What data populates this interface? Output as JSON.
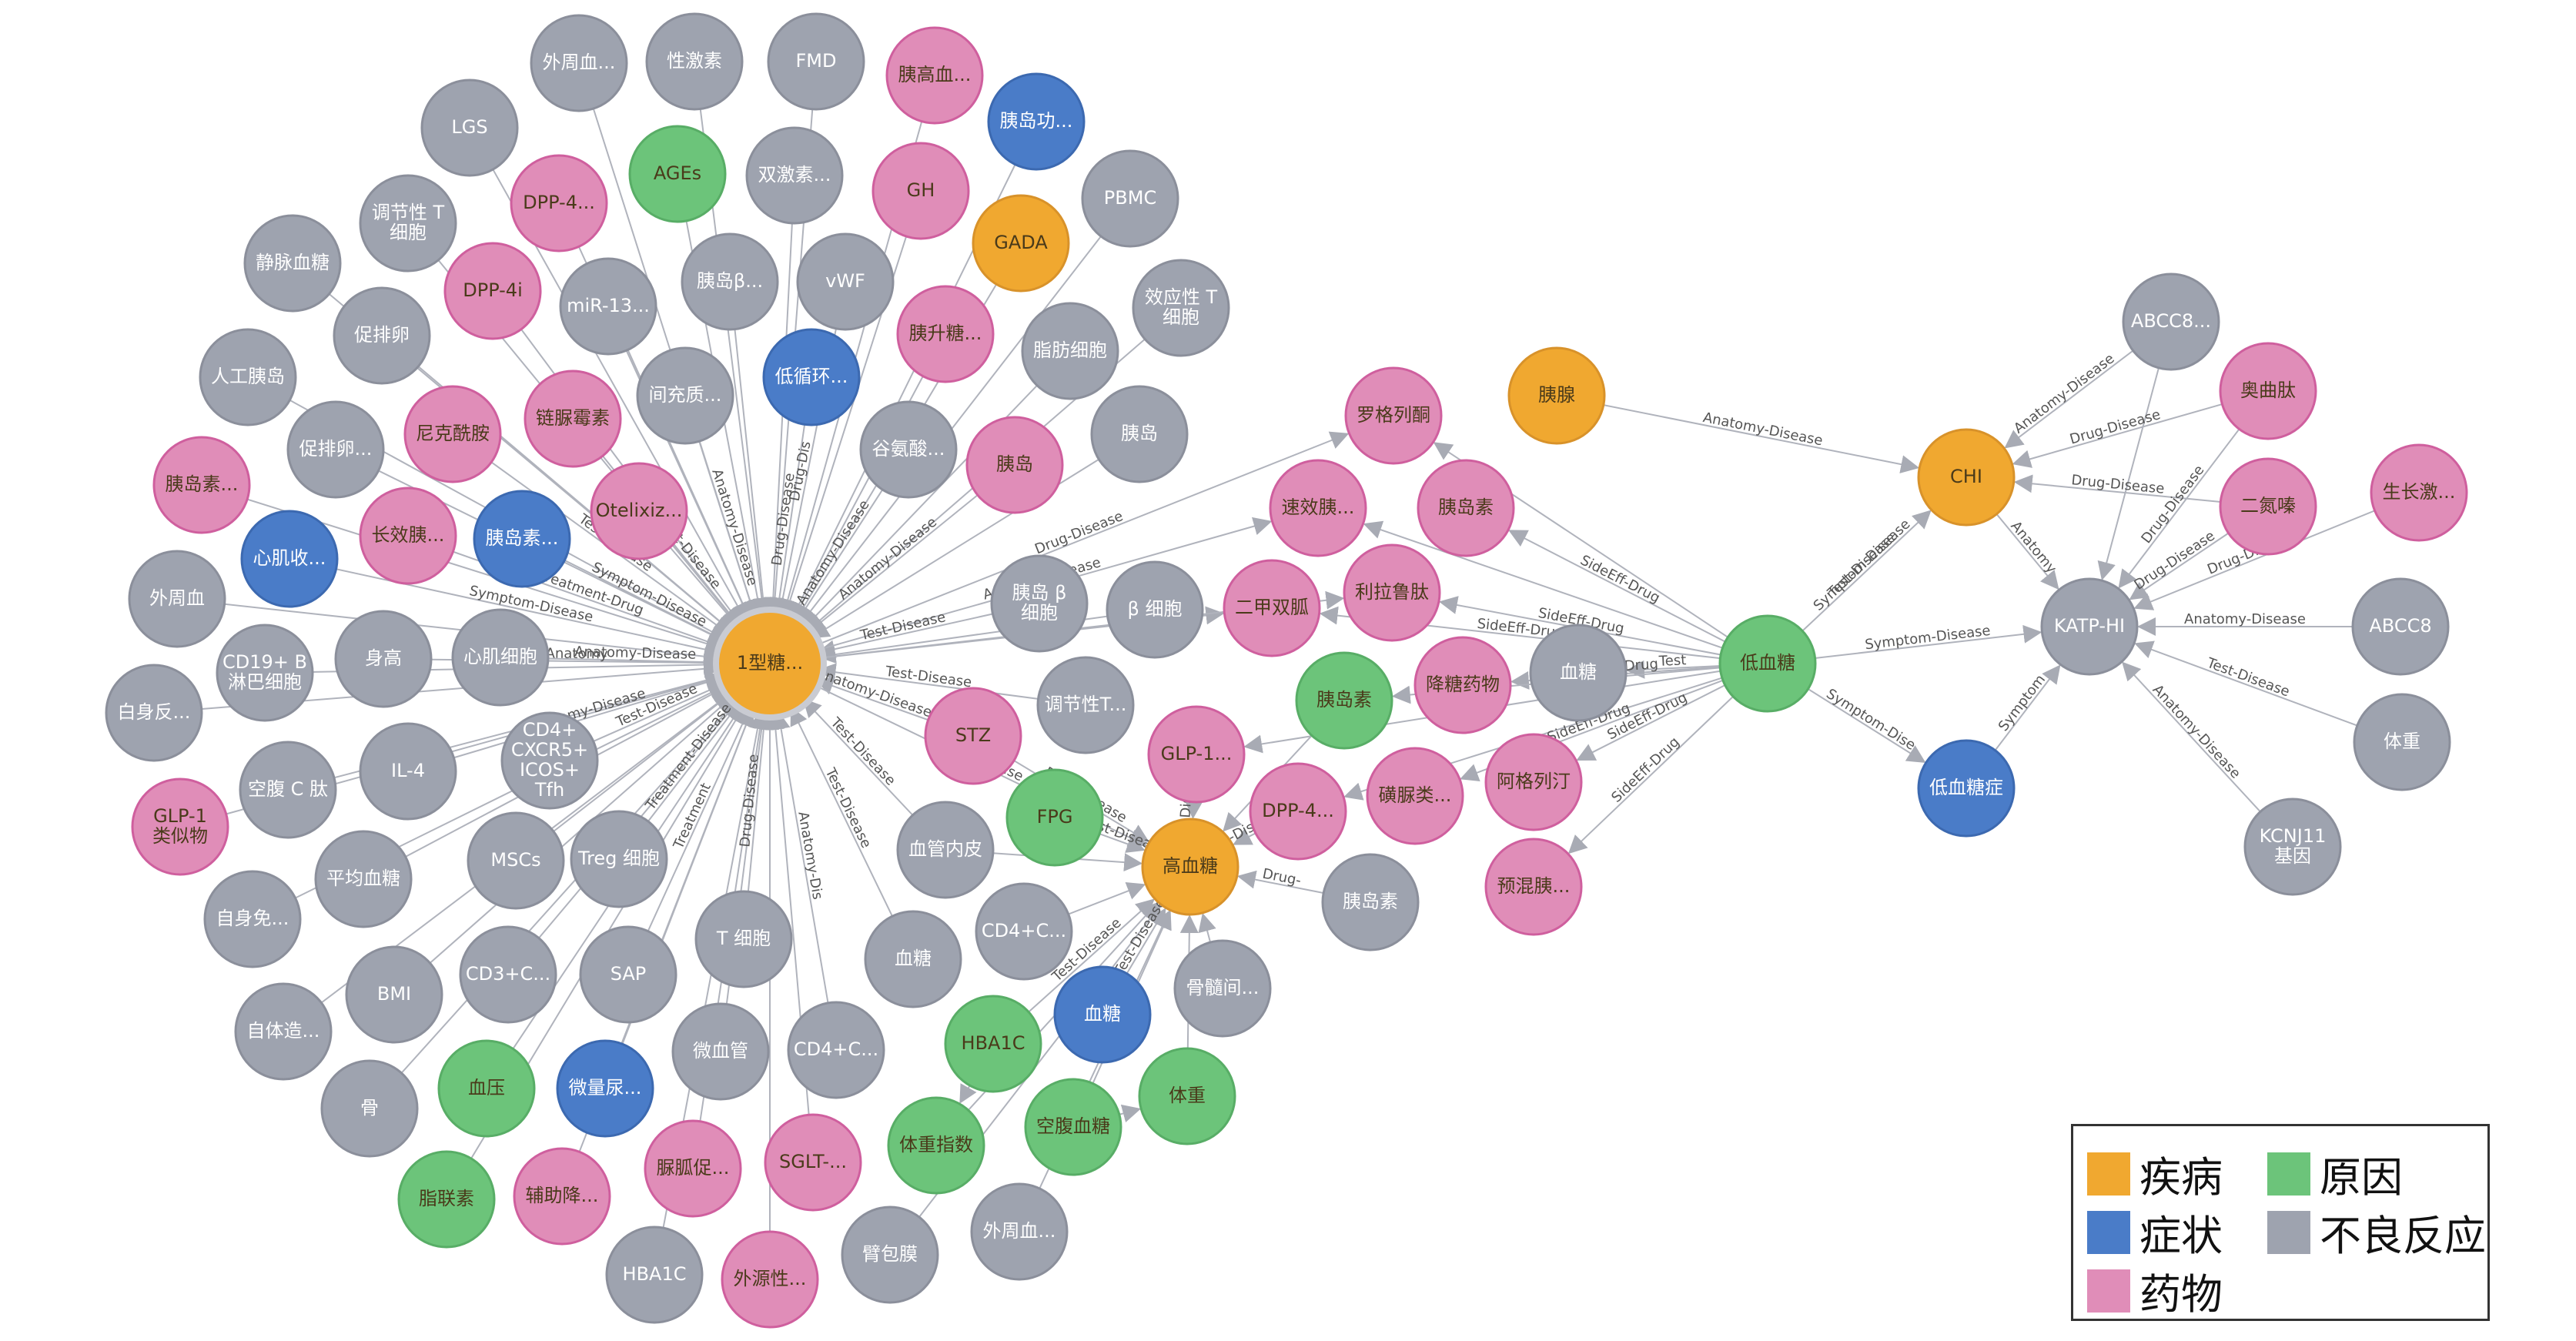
{
  "colors": {
    "disease": "#F0A830",
    "symptom": "#4A7CC8",
    "drug": "#E08DB8",
    "cause": "#6CC47A",
    "adverse": "#9EA3AF",
    "edge": "#b0b3bc"
  },
  "legend": {
    "disease": "疾病",
    "cause": "原因",
    "symptom": "症状",
    "adverse": "不良反应",
    "drug": "药物"
  },
  "nodes": [
    {
      "id": "t1d",
      "label": "1型糖...",
      "type": "disease"
    },
    {
      "id": "hyper",
      "label": "高血糖",
      "type": "disease"
    },
    {
      "id": "hypo",
      "label": "低血糖",
      "type": "cause"
    },
    {
      "id": "chi",
      "label": "CHI",
      "type": "disease"
    },
    {
      "id": "katp",
      "label": "KATP-HI",
      "type": "adverse"
    },
    {
      "id": "pancreas",
      "label": "胰腺",
      "type": "disease"
    },
    {
      "id": "gada",
      "label": "GADA",
      "type": "disease"
    },
    {
      "id": "hypocoma",
      "label": "低血糖症",
      "type": "symptom"
    },
    {
      "id": "abcc8a",
      "label": "ABCC8...",
      "type": "adverse"
    },
    {
      "id": "octreo",
      "label": "奥曲肽",
      "type": "drug"
    },
    {
      "id": "diazox",
      "label": "二氮嗪",
      "type": "drug"
    },
    {
      "id": "gh2",
      "label": "生长激...",
      "type": "drug"
    },
    {
      "id": "abcc8",
      "label": "ABCC8",
      "type": "adverse"
    },
    {
      "id": "weight2",
      "label": "体重",
      "type": "adverse"
    },
    {
      "id": "kcnj11",
      "label": "KCNJ11\n基因",
      "type": "adverse"
    },
    {
      "id": "rosig",
      "label": "罗格列酮",
      "type": "drug"
    },
    {
      "id": "rapidins",
      "label": "速效胰...",
      "type": "drug"
    },
    {
      "id": "insulin1",
      "label": "胰岛素",
      "type": "drug"
    },
    {
      "id": "metformin",
      "label": "二甲双胍",
      "type": "drug"
    },
    {
      "id": "lira",
      "label": "利拉鲁肽",
      "type": "drug"
    },
    {
      "id": "bloodsugar1",
      "label": "血糖",
      "type": "adverse"
    },
    {
      "id": "hypoagent",
      "label": "降糖药物",
      "type": "drug"
    },
    {
      "id": "insulin2",
      "label": "胰岛素",
      "type": "cause"
    },
    {
      "id": "sulfonyl",
      "label": "磺脲类...",
      "type": "drug"
    },
    {
      "id": "acarb",
      "label": "阿格列汀",
      "type": "drug"
    },
    {
      "id": "premix",
      "label": "预混胰...",
      "type": "drug"
    },
    {
      "id": "insulin3",
      "label": "胰岛素",
      "type": "adverse"
    },
    {
      "id": "dpp4b",
      "label": "DPP-4...",
      "type": "drug"
    },
    {
      "id": "glp1b",
      "label": "GLP-1...",
      "type": "drug"
    },
    {
      "id": "fpg",
      "label": "FPG",
      "type": "cause"
    },
    {
      "id": "stz",
      "label": "STZ",
      "type": "drug"
    },
    {
      "id": "betacell1",
      "label": "胰岛 β\n细胞",
      "type": "adverse"
    },
    {
      "id": "betacell2",
      "label": "β 细胞",
      "type": "adverse"
    },
    {
      "id": "treg1",
      "label": "调节性T...",
      "type": "adverse"
    },
    {
      "id": "endo",
      "label": "血管内皮",
      "type": "adverse"
    },
    {
      "id": "cd4c1",
      "label": "CD4+C...",
      "type": "adverse"
    },
    {
      "id": "bone2",
      "label": "骨髓间...",
      "type": "adverse"
    },
    {
      "id": "blood",
      "label": "血糖",
      "type": "symptom"
    },
    {
      "id": "bs2",
      "label": "血糖",
      "type": "adverse"
    },
    {
      "id": "hba1c1",
      "label": "HBA1C",
      "type": "cause"
    },
    {
      "id": "fastbs",
      "label": "空腹血糖",
      "type": "cause"
    },
    {
      "id": "weight1",
      "label": "体重",
      "type": "cause"
    },
    {
      "id": "bmi1",
      "label": "体重指数",
      "type": "cause"
    },
    {
      "id": "periph2",
      "label": "外周血...",
      "type": "adverse"
    },
    {
      "id": "pericyte",
      "label": "臂包膜",
      "type": "adverse"
    },
    {
      "id": "sglt",
      "label": "SGLT-...",
      "type": "drug"
    },
    {
      "id": "cd4c2",
      "label": "CD4+C...",
      "type": "adverse"
    },
    {
      "id": "tcell",
      "label": "T 细胞",
      "type": "adverse"
    },
    {
      "id": "microvasc",
      "label": "微血管",
      "type": "adverse"
    },
    {
      "id": "ureaagent",
      "label": "脲胍促...",
      "type": "drug"
    },
    {
      "id": "exoins",
      "label": "外源性...",
      "type": "drug"
    },
    {
      "id": "hba1c2",
      "label": "HBA1C",
      "type": "adverse"
    },
    {
      "id": "adjuv",
      "label": "辅助降...",
      "type": "drug"
    },
    {
      "id": "microalb",
      "label": "微量尿...",
      "type": "symptom"
    },
    {
      "id": "bp",
      "label": "血压",
      "type": "cause"
    },
    {
      "id": "adipo",
      "label": "脂联素",
      "type": "cause"
    },
    {
      "id": "sap",
      "label": "SAP",
      "type": "adverse"
    },
    {
      "id": "cd3c",
      "label": "CD3+C...",
      "type": "adverse"
    },
    {
      "id": "tregcell",
      "label": "Treg 细胞",
      "type": "adverse"
    },
    {
      "id": "mscs",
      "label": "MSCs",
      "type": "adverse"
    },
    {
      "id": "bone",
      "label": "骨",
      "type": "adverse"
    },
    {
      "id": "autolog",
      "label": "自体造...",
      "type": "adverse"
    },
    {
      "id": "bmi",
      "label": "BMI",
      "type": "adverse"
    },
    {
      "id": "autoim",
      "label": "自身免...",
      "type": "adverse"
    },
    {
      "id": "avgbs",
      "label": "平均血糖",
      "type": "adverse"
    },
    {
      "id": "cpep",
      "label": "空腹 C 肽",
      "type": "adverse"
    },
    {
      "id": "il4",
      "label": "IL-4",
      "type": "adverse"
    },
    {
      "id": "cd4cx",
      "label": "CD4+\nCXCR5+\nICOS+\nTfh",
      "type": "adverse"
    },
    {
      "id": "glp1a",
      "label": "GLP-1\n类似物",
      "type": "drug"
    },
    {
      "id": "autoanti",
      "label": "白身反...",
      "type": "adverse"
    },
    {
      "id": "cd19",
      "label": "CD19+ B\n淋巴细胞",
      "type": "adverse"
    },
    {
      "id": "height",
      "label": "身高",
      "type": "adverse"
    },
    {
      "id": "cardiocell",
      "label": "心肌细胞",
      "type": "adverse"
    },
    {
      "id": "periph",
      "label": "外周血",
      "type": "adverse"
    },
    {
      "id": "cardiocon",
      "label": "心肌收...",
      "type": "symptom"
    },
    {
      "id": "longins",
      "label": "长效胰...",
      "type": "drug"
    },
    {
      "id": "insulin4",
      "label": "胰岛素...",
      "type": "drug"
    },
    {
      "id": "insulin5",
      "label": "胰岛素...",
      "type": "symptom"
    },
    {
      "id": "artpanc",
      "label": "人工胰岛",
      "type": "adverse"
    },
    {
      "id": "promo",
      "label": "促排卵...",
      "type": "adverse"
    },
    {
      "id": "ovul",
      "label": "促排卵",
      "type": "adverse"
    },
    {
      "id": "nicot",
      "label": "尼克酰胺",
      "type": "drug"
    },
    {
      "id": "strepto",
      "label": "链脲霉素",
      "type": "drug"
    },
    {
      "id": "otelix",
      "label": "Otelixiz...",
      "type": "drug"
    },
    {
      "id": "venous",
      "label": "静脉血糖",
      "type": "adverse"
    },
    {
      "id": "dpp4i",
      "label": "DPP-4i",
      "type": "drug"
    },
    {
      "id": "mir",
      "label": "miR-13...",
      "type": "adverse"
    },
    {
      "id": "intercell",
      "label": "间充质...",
      "type": "adverse"
    },
    {
      "id": "tregt",
      "label": "调节性 T\n细胞",
      "type": "adverse"
    },
    {
      "id": "lgs",
      "label": "LGS",
      "type": "adverse"
    },
    {
      "id": "periph3",
      "label": "外周血...",
      "type": "adverse"
    },
    {
      "id": "dpp4a",
      "label": "DPP-4...",
      "type": "drug"
    },
    {
      "id": "ages",
      "label": "AGEs",
      "type": "cause"
    },
    {
      "id": "sexhorm",
      "label": "性激素",
      "type": "adverse"
    },
    {
      "id": "dualhorm",
      "label": "双激素...",
      "type": "adverse"
    },
    {
      "id": "isletb",
      "label": "胰岛β...",
      "type": "adverse"
    },
    {
      "id": "lowcirc",
      "label": "低循环...",
      "type": "symptom"
    },
    {
      "id": "fmd",
      "label": "FMD",
      "type": "adverse"
    },
    {
      "id": "vwf",
      "label": "vWF",
      "type": "adverse"
    },
    {
      "id": "glucagon",
      "label": "胰高血...",
      "type": "drug"
    },
    {
      "id": "gh",
      "label": "GH",
      "type": "drug"
    },
    {
      "id": "isletfunc",
      "label": "胰岛功...",
      "type": "symptom"
    },
    {
      "id": "pbmc",
      "label": "PBMC",
      "type": "adverse"
    },
    {
      "id": "amylin",
      "label": "胰升糖...",
      "type": "drug"
    },
    {
      "id": "effectt",
      "label": "效应性 T\n细胞",
      "type": "adverse"
    },
    {
      "id": "lipid",
      "label": "脂肪细胞",
      "type": "adverse"
    },
    {
      "id": "gluc",
      "label": "谷氨酸...",
      "type": "adverse"
    },
    {
      "id": "isletcell",
      "label": "胰岛",
      "type": "drug"
    },
    {
      "id": "islet2",
      "label": "胰岛",
      "type": "adverse"
    }
  ],
  "edge_labels": [
    {
      "from": "pancreas",
      "to": "chi",
      "label": "Anatomy-Disease"
    },
    {
      "from": "hypo",
      "to": "chi",
      "label": "Symptom-Disease"
    },
    {
      "from": "hypo",
      "to": "katp",
      "label": "Symptom-Disease"
    },
    {
      "from": "hypo",
      "to": "hypocoma",
      "label": "Symptom-Dise"
    },
    {
      "from": "hypo",
      "to": "chi",
      "label": "Test-Disease"
    },
    {
      "from": "abcc8a",
      "to": "chi",
      "label": "Anatomy-Disease"
    },
    {
      "from": "octreo",
      "to": "chi",
      "label": "Drug-Disease"
    },
    {
      "from": "diazox",
      "to": "chi",
      "label": "Drug-Disease"
    },
    {
      "from": "gh2",
      "to": "katp",
      "label": "Drug-Disease"
    },
    {
      "from": "abcc8",
      "to": "katp",
      "label": "Anatomy-Disease"
    },
    {
      "from": "weight2",
      "to": "katp",
      "label": "Test-Disease"
    },
    {
      "from": "kcnj11",
      "to": "katp",
      "label": "Anatomy-Disease"
    },
    {
      "from": "hypocoma",
      "to": "katp",
      "label": "Symptom"
    },
    {
      "from": "octreo",
      "to": "katp",
      "label": "Drug-Disease"
    },
    {
      "from": "diazox",
      "to": "katp",
      "label": "Drug-Disease"
    },
    {
      "from": "chi",
      "to": "katp",
      "label": "Anatomy"
    },
    {
      "from": "insulin1",
      "to": "hypo",
      "label": "SideEff-Drug"
    },
    {
      "from": "lira",
      "to": "hypo",
      "label": "SideEff-Drug"
    },
    {
      "from": "metformin",
      "to": "hypo",
      "label": "SideEff-Drug"
    },
    {
      "from": "hypoagent",
      "to": "hypo",
      "label": "SideEff-Drug"
    },
    {
      "from": "sulfonyl",
      "to": "hypo",
      "label": "SideEff-Drug"
    },
    {
      "from": "acarb",
      "to": "hypo",
      "label": "SideEff-Drug"
    },
    {
      "from": "premix",
      "to": "hypo",
      "label": "SideEff-Drug"
    },
    {
      "from": "bloodsugar1",
      "to": "hypo",
      "label": "Test"
    },
    {
      "from": "t1d",
      "to": "rosig",
      "label": "Drug-Disease"
    },
    {
      "from": "t1d",
      "to": "rapidins",
      "label": "Anatomy-Disease"
    },
    {
      "from": "t1d",
      "to": "betacell1",
      "label": "Test-Disease"
    },
    {
      "from": "t1d",
      "to": "stz",
      "label": "Anatomy-Disease"
    },
    {
      "from": "t1d",
      "to": "treg1",
      "label": "Test-Disease"
    },
    {
      "from": "t1d",
      "to": "endo",
      "label": "Test-Disease"
    },
    {
      "from": "t1d",
      "to": "cardiocell",
      "label": "Anatomy-Disease"
    },
    {
      "from": "t1d",
      "to": "cd4cx",
      "label": "Test-Disease"
    },
    {
      "from": "t1d",
      "to": "il4",
      "label": "Anatomy-Disease"
    },
    {
      "from": "t1d",
      "to": "tregcell",
      "label": "Treatment-Disease"
    },
    {
      "from": "t1d",
      "to": "sap",
      "label": "Treatment"
    },
    {
      "from": "t1d",
      "to": "tcell",
      "label": "Drug-Disease"
    },
    {
      "from": "t1d",
      "to": "cd4c2",
      "label": "Anatomy-Dis"
    },
    {
      "from": "t1d",
      "to": "bs2",
      "label": "Test-Disease"
    },
    {
      "from": "t1d",
      "to": "insulin5",
      "label": "Symptom-Disease"
    },
    {
      "from": "t1d",
      "to": "cardiocon",
      "label": "Symptom-Disease"
    },
    {
      "from": "t1d",
      "to": "longins",
      "label": "Treatment-Drug"
    },
    {
      "from": "t1d",
      "to": "nicot",
      "label": "Test-Disease"
    },
    {
      "from": "t1d",
      "to": "strepto",
      "label": "Treatment-Disease"
    },
    {
      "from": "t1d",
      "to": "intercell",
      "label": "Anatomy-Disease"
    },
    {
      "from": "t1d",
      "to": "lowcirc",
      "label": "Drug-Disease"
    },
    {
      "from": "t1d",
      "to": "gluc",
      "label": "Anatomy-Disease"
    },
    {
      "from": "t1d",
      "to": "isletcell",
      "label": "Anatomy-Disease"
    },
    {
      "from": "t1d",
      "to": "vwf",
      "label": "Drug-Dis"
    },
    {
      "from": "t1d",
      "to": "height",
      "label": "Anatomy"
    },
    {
      "from": "t1d",
      "to": "hyper",
      "label": "Test-Disease"
    },
    {
      "from": "fpg",
      "to": "hyper",
      "label": "Test-Disease"
    },
    {
      "from": "blood",
      "to": "hyper",
      "label": "Test-Disease"
    },
    {
      "from": "hba1c1",
      "to": "hyper",
      "label": "Test-Disease"
    },
    {
      "from": "insulin3",
      "to": "hyper",
      "label": "Drug-"
    },
    {
      "from": "dpp4b",
      "to": "hyper",
      "label": "Drug-Disease"
    },
    {
      "from": "glp1b",
      "to": "hyper",
      "label": "Drug-Disease"
    },
    {
      "from": "stz",
      "to": "hyper",
      "label": "Drug-Disease"
    }
  ]
}
